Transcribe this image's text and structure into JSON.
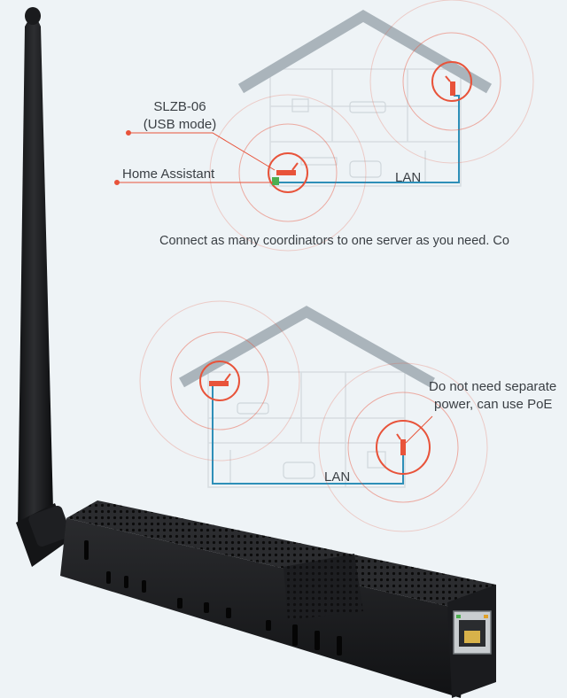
{
  "diagram_top": {
    "device_label_line1": "SLZB-06",
    "device_label_line2": "(USB mode)",
    "server_label": "Home Assistant",
    "lan_label": "LAN"
  },
  "caption": "Connect as many coordinators to one server as you need. Co",
  "diagram_bottom": {
    "power_label_line1": "Do not need separate",
    "power_label_line2": "power, can use PoE",
    "lan_label": "LAN"
  },
  "colors": {
    "accent": "#e8533a",
    "lan_line": "#2e8fb8",
    "house_roof": "#aab4bb",
    "device_body": "#1c1d1f",
    "server_green": "#4caf50"
  },
  "icons": [
    "antenna-icon",
    "ethernet-port-icon",
    "coordinator-icon",
    "server-icon"
  ]
}
